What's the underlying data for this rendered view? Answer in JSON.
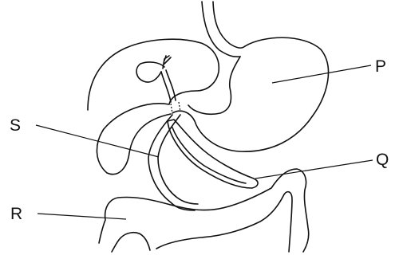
{
  "diagram": {
    "labels": {
      "p": "P",
      "q": "Q",
      "r": "R",
      "s": "S"
    }
  },
  "colors": {
    "stroke": "#111111",
    "background": "#ffffff"
  }
}
